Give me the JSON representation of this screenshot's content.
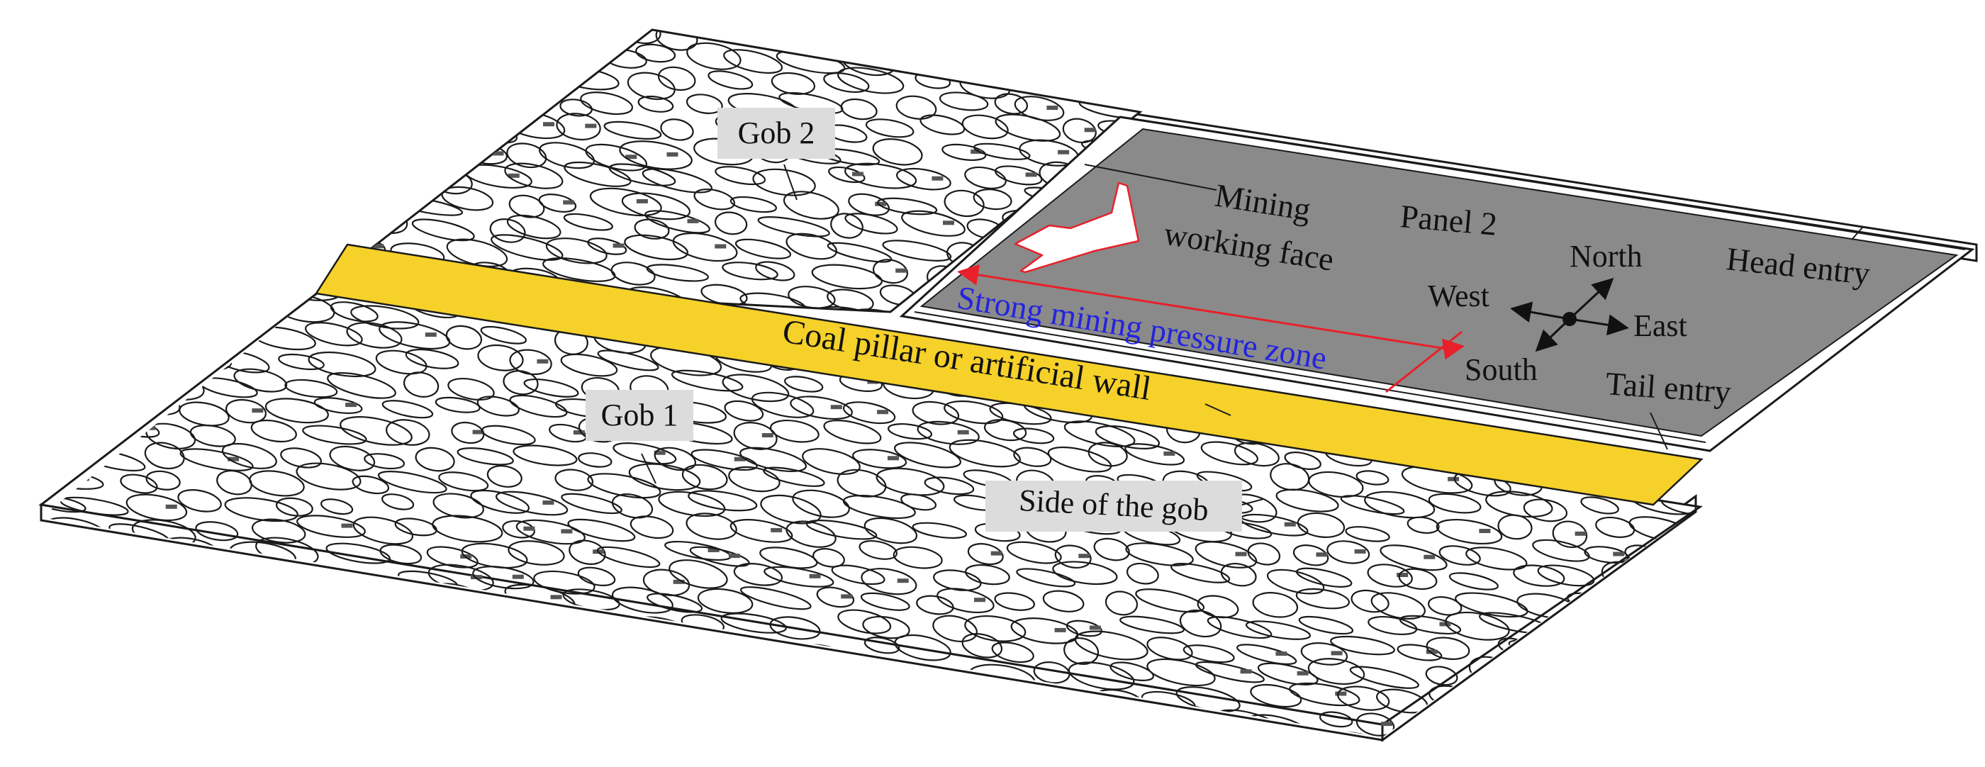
{
  "labels": {
    "gob2": "Gob 2",
    "gob1": "Gob 1",
    "mining_face_line1": "Mining",
    "mining_face_line2": "working face",
    "panel": "Panel 2",
    "head_entry": "Head entry",
    "tail_entry": "Tail entry",
    "pressure_zone": "Strong mining pressure zone",
    "pillar": "Coal pillar or artificial wall",
    "side_of_gob": "Side of the gob"
  },
  "compass": {
    "north": "North",
    "south": "South",
    "east": "East",
    "west": "West"
  },
  "colors": {
    "pillar": "#f5d12a",
    "panel": "#8a8a8a",
    "pressure_zone_text": "#2323e0",
    "pressure_zone_arrow": "#e8202a",
    "label_box": "#dcdcdc",
    "rock_outline": "#1a1a1a"
  },
  "icons": {
    "advance_arrow": "mining-direction-arrow-icon",
    "compass": "compass-rose-icon"
  }
}
